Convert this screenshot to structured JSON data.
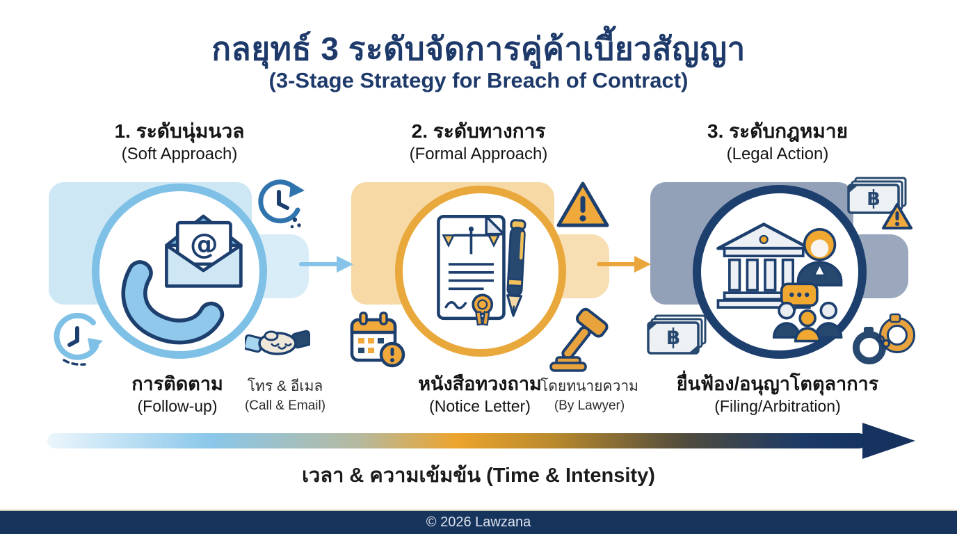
{
  "title": {
    "thai": "กลยุทธ์ 3 ระดับจัดการคู่ค้าเบี้ยวสัญญา",
    "english": "(3-Stage Strategy for Breach of Contract)"
  },
  "stages": [
    {
      "heading_thai": "1. ระดับนุ่มนวล",
      "heading_english": "(Soft Approach)",
      "caption_thai": "การติดตาม",
      "caption_english": "(Follow-up)",
      "note_thai": "โทร & อีเมล",
      "note_english": "(Call & Email)",
      "accent": "#7fc0e6",
      "panel_color": "#cde7f5",
      "icons": [
        "phone-email-icon",
        "clock-forward-icon",
        "clock-history-icon",
        "handshake-icon"
      ]
    },
    {
      "heading_thai": "2. ระดับทางการ",
      "heading_english": "(Formal Approach)",
      "caption_thai": "หนังสือทวงถาม",
      "caption_english": "(Notice Letter)",
      "note_thai": "โดยทนายความ",
      "note_english": "(By Lawyer)",
      "accent": "#e9a83c",
      "panel_color": "#f6d9a5",
      "icons": [
        "contract-pen-icon",
        "warning-icon",
        "calendar-alert-icon",
        "gavel-icon"
      ]
    },
    {
      "heading_thai": "3. ระดับกฎหมาย",
      "heading_english": "(Legal Action)",
      "caption_thai": "ยื่นฟ้อง/อนุญาโตตุลาการ",
      "caption_english": "(Filing/Arbitration)",
      "accent": "#1d3f6e",
      "panel_color": "#93a1b8",
      "icons": [
        "court-lawyer-icon",
        "banknote-alert-icon",
        "banknote-icon",
        "handcuffs-icon"
      ]
    }
  ],
  "timeline": {
    "label": "เวลา & ความเข้มข้น (Time & Intensity)",
    "gradient": [
      "#ecf6fc",
      "#8ac7ea",
      "#b5b99f",
      "#eca42d",
      "#b8892d",
      "#4f4b3e",
      "#16335f"
    ]
  },
  "footer": {
    "copyright": "© 2026 Lawzana"
  },
  "colors": {
    "title": "#1e3a6a",
    "footer_bg": "#17345d",
    "arrow_blue": "#85c3e8",
    "arrow_orange": "#eaa63c"
  }
}
